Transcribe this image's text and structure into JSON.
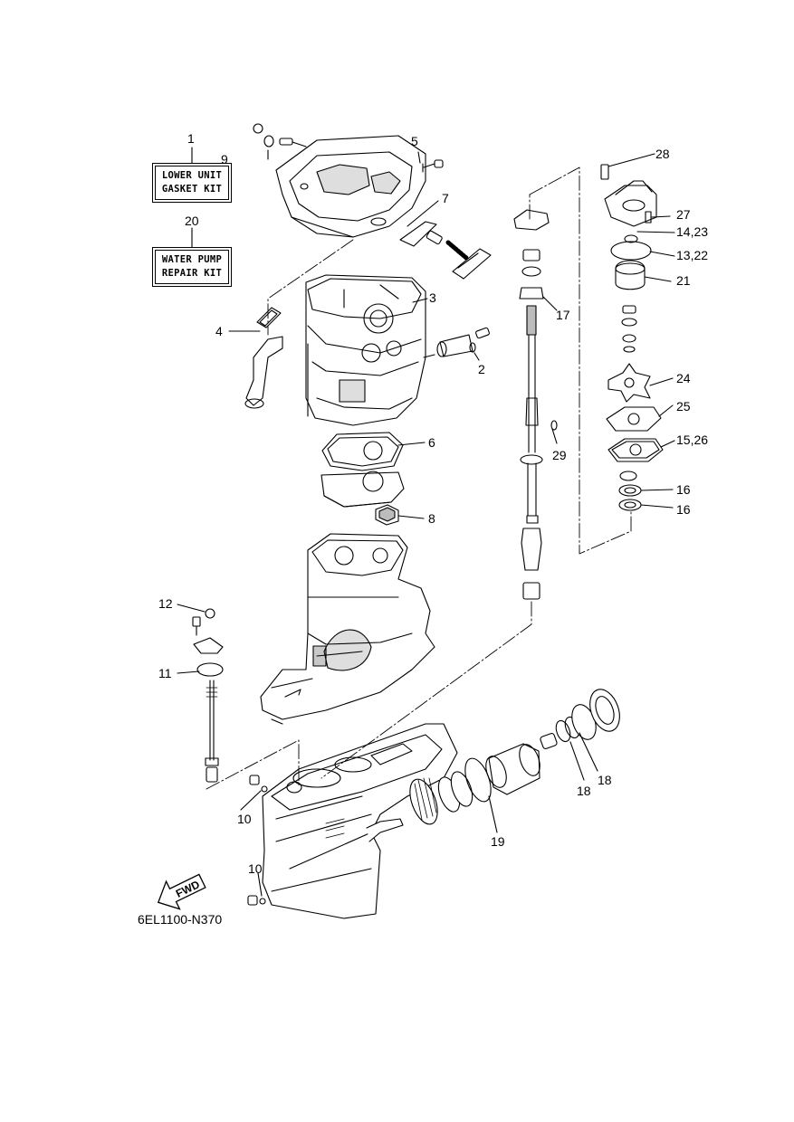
{
  "diagram": {
    "code": "6EL1100-N370",
    "fwd_label": "FWD",
    "kits": {
      "lower_unit": {
        "number": "1",
        "line1": "LOWER UNIT",
        "line2": "GASKET KIT"
      },
      "water_pump": {
        "number": "20",
        "line1": "WATER PUMP",
        "line2": "REPAIR KIT"
      }
    },
    "callouts": {
      "c2": "2",
      "c3": "3",
      "c4": "4",
      "c5": "5",
      "c6": "6",
      "c7": "7",
      "c8": "8",
      "c9": "9",
      "c10a": "10",
      "c10b": "10",
      "c11": "11",
      "c12": "12",
      "c13": "13,22",
      "c14": "14,23",
      "c15": "15,26",
      "c16a": "16",
      "c16b": "16",
      "c17": "17",
      "c18a": "18",
      "c18b": "18",
      "c19": "19",
      "c21": "21",
      "c24": "24",
      "c25": "25",
      "c27": "27",
      "c28": "28",
      "c29": "29"
    }
  }
}
